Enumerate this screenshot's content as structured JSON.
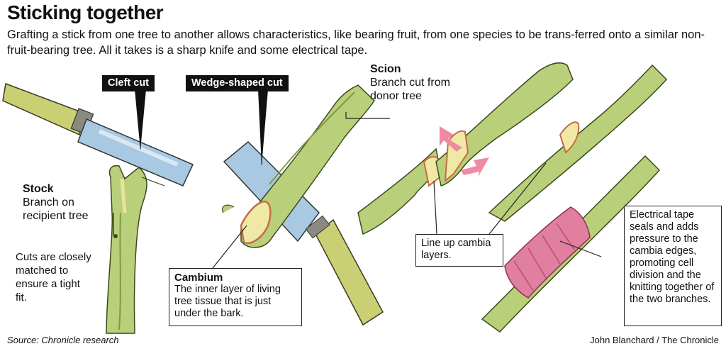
{
  "title": "Sticking together",
  "subtitle": "Grafting a stick from one tree to another allows characteristics, like bearing fruit, from one species to be trans-ferred onto a similar non-fruit-bearing tree. All it takes is a sharp knife and some electrical tape.",
  "labels": {
    "cleft_cut": "Cleft cut",
    "wedge_cut": "Wedge-shaped cut",
    "scion_heading": "Scion",
    "scion_text": "Branch cut from donor tree",
    "stock_heading": "Stock",
    "stock_text": "Branch on recipient tree",
    "cuts_note": "Cuts are closely matched to ensure a tight fit.",
    "cambium_heading": "Cambium",
    "cambium_text": "The inner layer of living tree tissue that is just under the bark.",
    "cambia_note": "Line up cambia layers.",
    "tape_note": "Electrical tape seals and adds pressure to the cambia edges, promoting cell division and the knitting together of the two branches."
  },
  "footer": {
    "source": "Source: Chronicle research",
    "credit": "John Blanchard / The Chronicle"
  },
  "colors": {
    "branch": "#b9cf7a",
    "branch_dark": "#7f9a45",
    "cambium": "#f0e9a6",
    "cambium_edge": "#c56b4a",
    "blade": "#a9c9e2",
    "handle": "#d8d078",
    "tape": "#e07fa0",
    "arrow": "#ee8aa2"
  }
}
